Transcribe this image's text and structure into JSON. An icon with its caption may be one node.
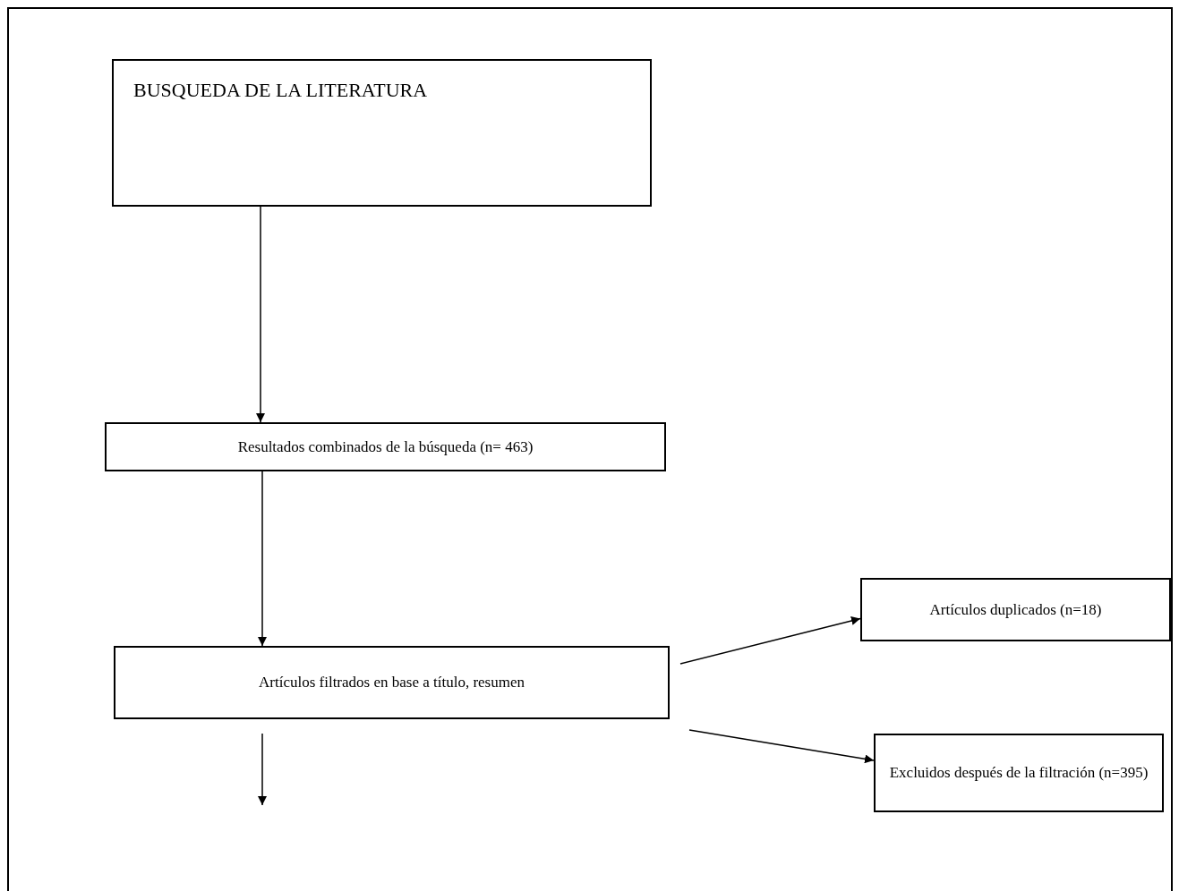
{
  "diagram": {
    "nodes": [
      {
        "text": [
          "BUSQUEDA DE LA LITERATURA"
        ]
      },
      {
        "text": [
          "Resultados combinados de la búsqueda (n= 463)"
        ]
      },
      {
        "text": [
          "Artículos filtrados en base a título, resumen"
        ]
      },
      {
        "text": [
          "Artículos duplicados (n=18)"
        ]
      },
      {
        "text": [
          "Excluidos después de la filtración (n=395)"
        ]
      }
    ],
    "edges": [
      {
        "from": 0,
        "to": 1,
        "arrow": "to"
      },
      {
        "from": 1,
        "to": 2,
        "arrow": "to"
      },
      {
        "from": 2,
        "to": 3,
        "arrow": "to"
      },
      {
        "from": 2,
        "to": 4,
        "arrow": "to"
      },
      {
        "from": 2,
        "to": null,
        "arrow": "to"
      }
    ]
  }
}
